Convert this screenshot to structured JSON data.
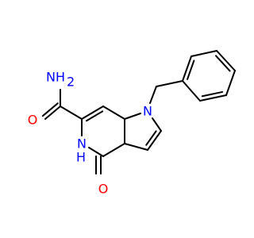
{
  "molecule": {
    "atoms": {
      "amide_nh2": "NH",
      "amide_nh2_subscript": "2",
      "amide_o": "O",
      "ring_nh_n": "N",
      "ring_nh_h": "H",
      "carbonyl_o": "O",
      "pyrrole_n": "N"
    },
    "colors": {
      "bond": "#000000",
      "nitrogen": "#0000ff",
      "oxygen": "#ff0000"
    }
  }
}
